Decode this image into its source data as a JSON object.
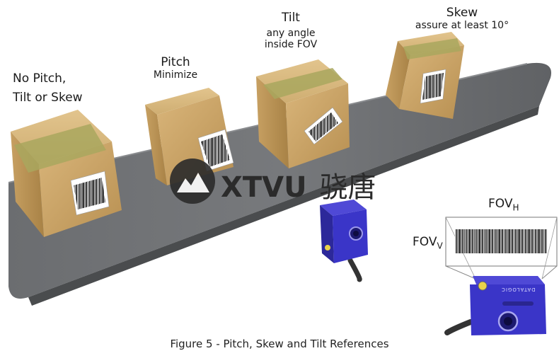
{
  "labels": {
    "no_pitch": [
      "No Pitch,",
      "Tilt or Skew"
    ],
    "pitch_title": "Pitch",
    "pitch_sub": "Minimize",
    "tilt_title": "Tilt",
    "tilt_sub": [
      "any angle",
      "inside FOV"
    ],
    "skew_title": "Skew",
    "skew_sub": "assure at least 10°"
  },
  "fov": {
    "h_main": "FOV",
    "h_sub": "H",
    "v_main": "FOV",
    "v_sub": "V"
  },
  "watermark": {
    "text": "XTVU",
    "cn": "骁唐"
  },
  "scanner": {
    "brand": "DATALOGIC"
  },
  "caption": "Figure 5 - Pitch, Skew and Tilt References",
  "colors": {
    "belt": "#5f6163",
    "box": "#c9a566",
    "tape": "#a6a45a",
    "scanner": "#3a35c8"
  }
}
